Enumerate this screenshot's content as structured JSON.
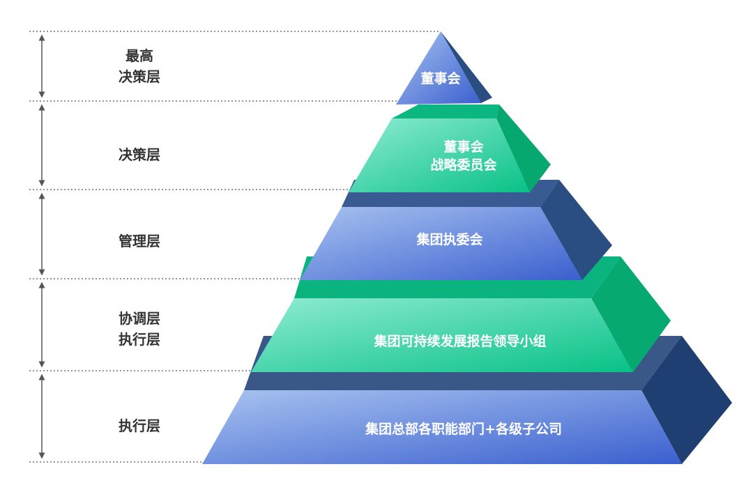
{
  "levels": [
    {
      "line1": "最高",
      "line2": "决策层"
    },
    {
      "line1": "决策层",
      "line2": ""
    },
    {
      "line1": "管理层",
      "line2": ""
    },
    {
      "line1": "协调层",
      "line2": "执行层"
    },
    {
      "line1": "执行层",
      "line2": ""
    }
  ],
  "tiers": [
    {
      "line1": "董事会",
      "line2": ""
    },
    {
      "line1": "董事会",
      "line2": "战略委员会"
    },
    {
      "line1": "集团执委会",
      "line2": ""
    },
    {
      "line1": "集团可持续发展报告领导小组",
      "line2": ""
    },
    {
      "line1": "集团总部各职能部门+各级子公司",
      "line2": ""
    }
  ],
  "colors": {
    "blue_light": "#a6c0ee",
    "blue_dark": "#3f62cf",
    "blue_side": "#2b4f82",
    "blue_top": "#3a5a93",
    "green_light": "#86ead0",
    "green_dark": "#0bc38a",
    "green_side": "#07a870",
    "green_top": "#0bb47f",
    "guide_line": "#555555"
  }
}
